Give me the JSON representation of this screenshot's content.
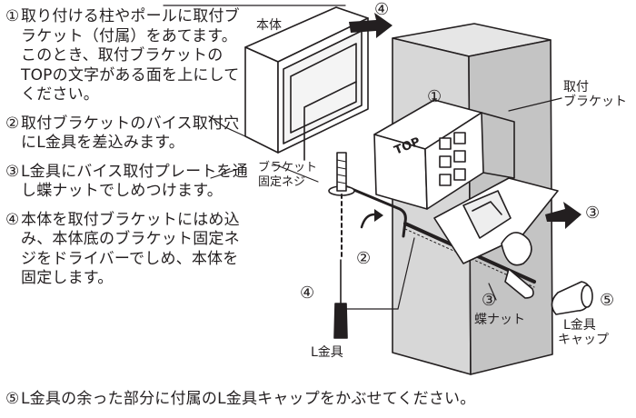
{
  "instructions": {
    "steps": [
      {
        "num": "①",
        "text": "取り付ける柱やポールに取付ブラケット（付属）をあてます。このとき、取付ブラケットのTOPの文字がある面を上にしてください。"
      },
      {
        "num": "②",
        "text": "取付ブラケットのバイス取付穴にL金具を差込みます。"
      },
      {
        "num": "③",
        "text": "L金具にバイス取付プレートを通し蝶ナットでしめつけます。"
      },
      {
        "num": "④",
        "text": "本体を取付ブラケットにはめ込み、本体底のブラケット固定ネジをドライバーでしめ、本体を固定します。"
      }
    ],
    "final": {
      "num": "⑤",
      "text": "L金具の余った部分に付属のL金具キャップをかぶせてください。"
    }
  },
  "figure": {
    "labels": {
      "body": "本体",
      "bracket_line1": "取付",
      "bracket_line2": "ブラケット",
      "screw_line1": "ブラケット",
      "screw_line2": "固定ネジ",
      "nut": "蝶ナット",
      "lbracket": "L金具",
      "cap_line1": "L金具",
      "cap_line2": "キャップ",
      "top_mark": "TOP"
    },
    "markers": {
      "m1": "①",
      "m2": "②",
      "m3_arrow": "③",
      "m3_nut": "③",
      "m4_top": "④",
      "m4_driver": "④",
      "m5": "⑤"
    }
  }
}
